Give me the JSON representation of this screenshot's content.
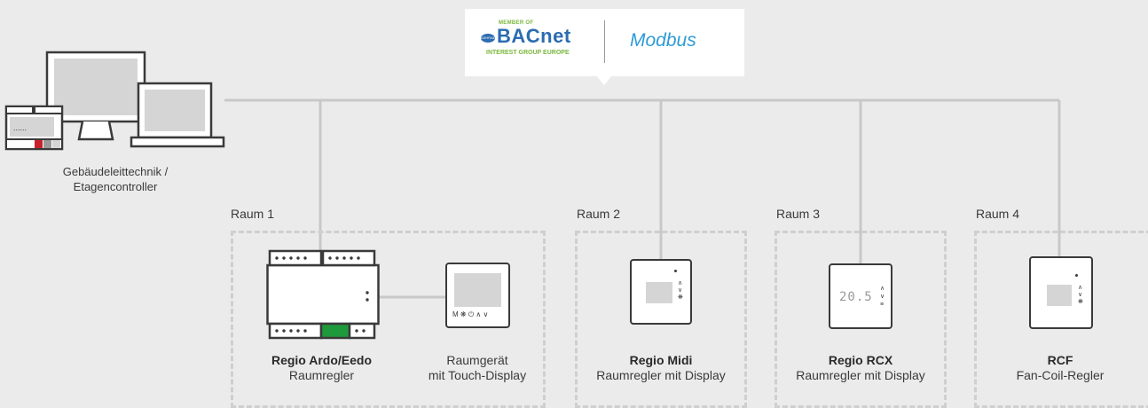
{
  "protocols": {
    "bacnet_member": "MEMBER OF",
    "bacnet_name": "BACnet",
    "bacnet_sub": "INTEREST GROUP EUROPE",
    "ashrae": "ASHRAE",
    "modbus": "Modbus"
  },
  "bms": {
    "line1": "Gebäudeleittechnik /",
    "line2": "Etagencontroller"
  },
  "rooms": [
    {
      "label": "Raum 1"
    },
    {
      "label": "Raum 2"
    },
    {
      "label": "Raum 3"
    },
    {
      "label": "Raum 4"
    }
  ],
  "devices": {
    "ardo": {
      "name": "Regio Ardo/Eedo",
      "desc": "Raumregler"
    },
    "touch": {
      "line1": "Raumgerät",
      "line2": "mit Touch-Display",
      "icons": "M ❋ ⏻ ∧ ∨"
    },
    "midi": {
      "name": "Regio Midi",
      "desc": "Raumregler mit Display"
    },
    "rcx": {
      "name": "Regio RCX",
      "desc": "Raumregler mit Display",
      "display": "20.5"
    },
    "rcf": {
      "name": "RCF",
      "desc": "Fan-Coil-Regler"
    }
  },
  "colors": {
    "background": "#ebebeb",
    "wire": "#c8c8c8",
    "green": "#1e9a3c",
    "red": "#c8202d",
    "bacnet_blue": "#2b6cb0",
    "bacnet_green": "#7ab83c",
    "modbus_blue": "#2e9ad6"
  }
}
